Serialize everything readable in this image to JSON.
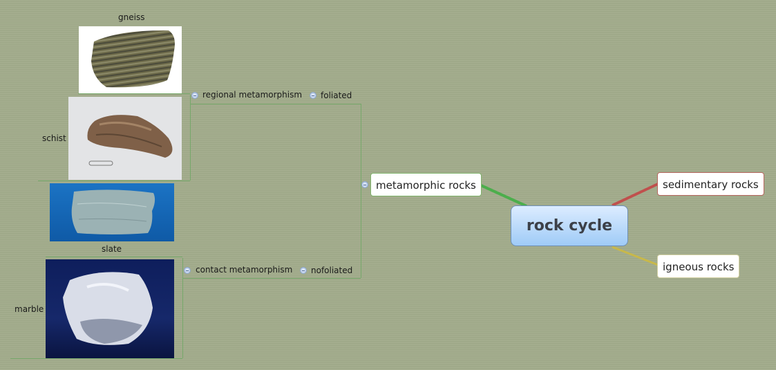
{
  "central": {
    "label": "rock cycle"
  },
  "branches": {
    "metamorphic": {
      "label": "metamorphic rocks",
      "color": "#4cae4c"
    },
    "sedimentary": {
      "label": "sedimentary rocks",
      "color": "#c0504d"
    },
    "igneous": {
      "label": "igneous rocks",
      "color": "#c8b84a"
    }
  },
  "subtopics": {
    "regional": {
      "label": "regional metamorphism",
      "type_label": "foliated"
    },
    "contact": {
      "label": "contact metamorphism",
      "type_label": "nofoliated"
    }
  },
  "rocks": {
    "gneiss": {
      "label": "gneiss"
    },
    "schist": {
      "label": "schist"
    },
    "slate": {
      "label": "slate"
    },
    "marble": {
      "label": "marble"
    }
  }
}
